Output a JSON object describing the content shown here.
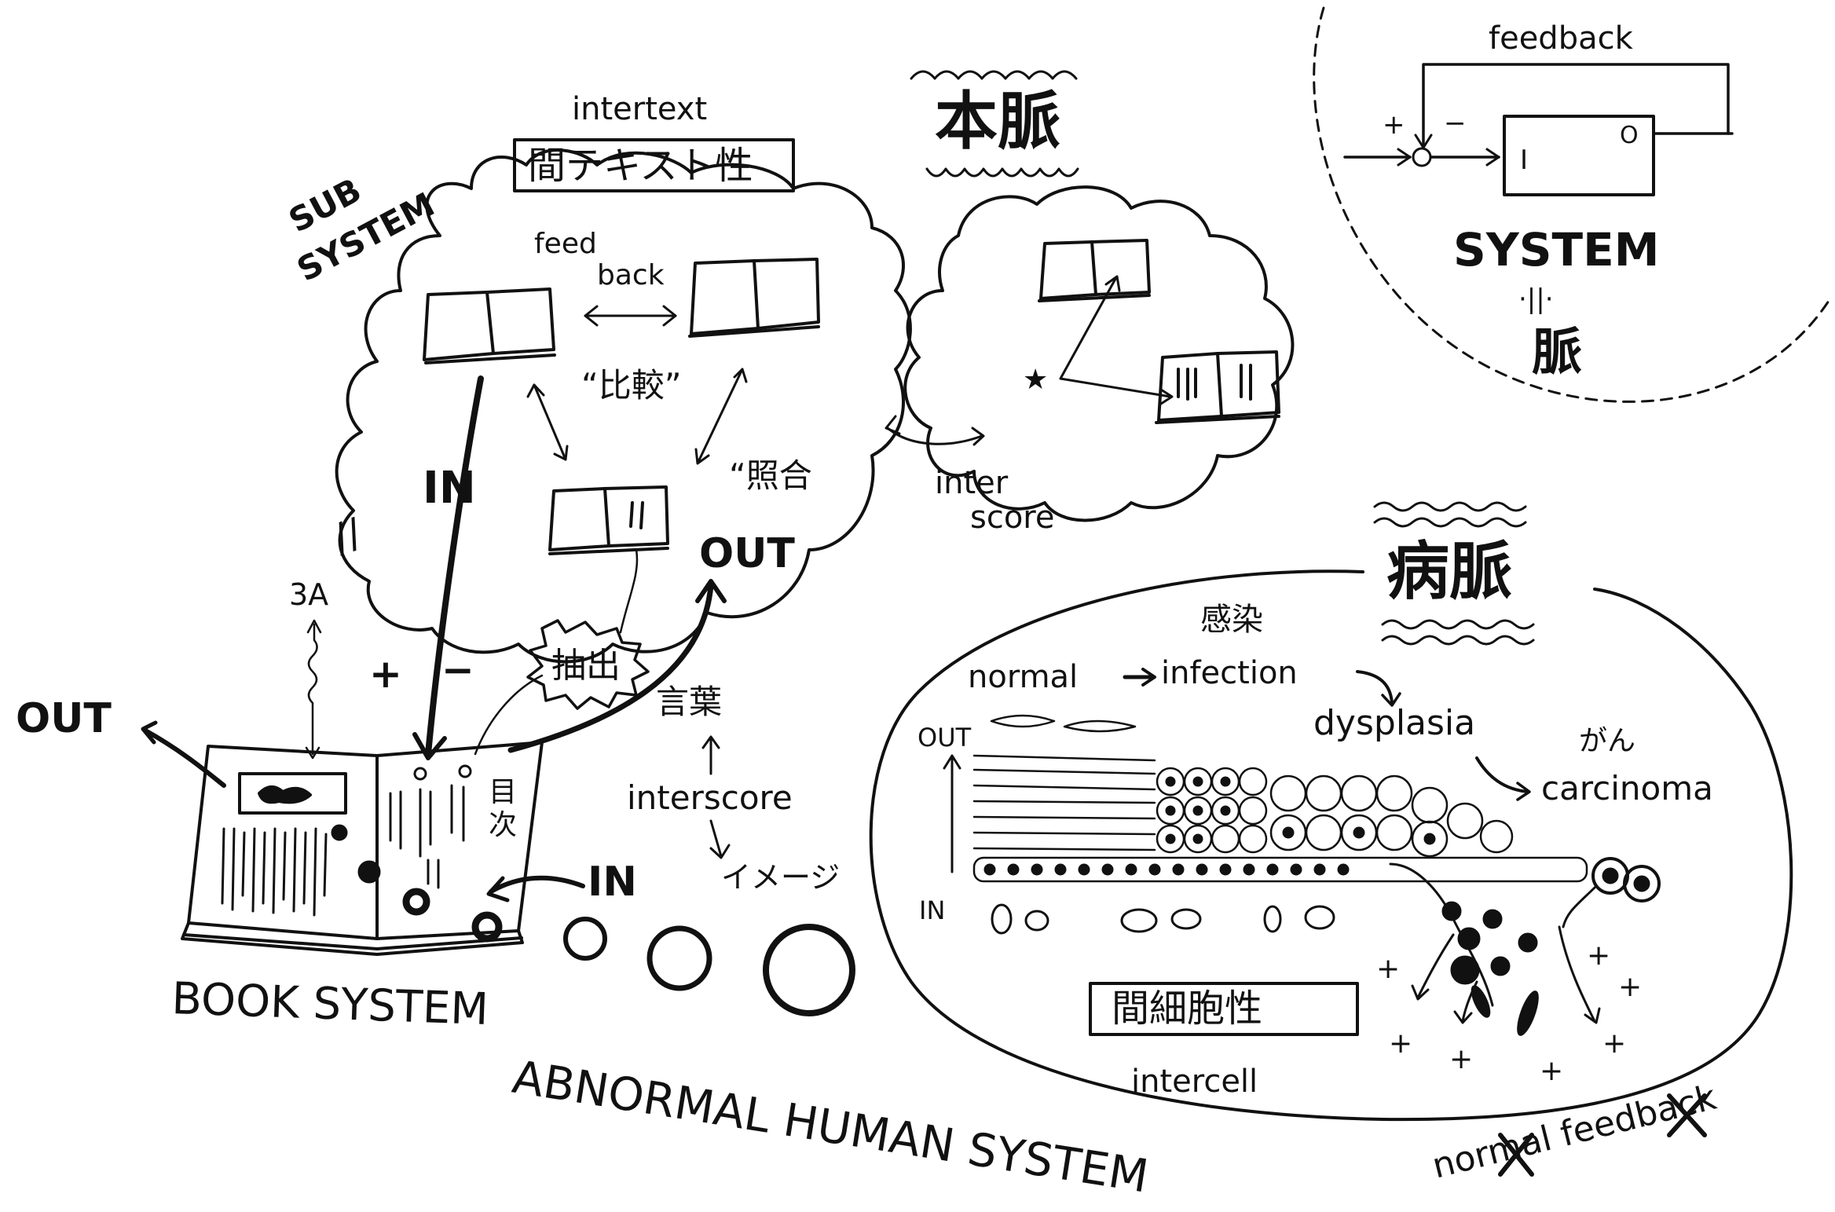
{
  "labels": {
    "intertext_en": "intertext",
    "intertext_jp": "間テキスト性",
    "honmyaku": "本脈",
    "subsystem_line1": "SUB",
    "subsystem_line2": "SYSTEM",
    "feed": "feed",
    "back": "back",
    "hikaku": "“比較”",
    "shougou": "“照合",
    "in_main": "IN",
    "out_main": "OUT",
    "three_a": "3A",
    "parallel_mark": "//",
    "chuushutsu": "抽出",
    "plus": "+",
    "minus": "−",
    "out_left": "OUT",
    "mokuji": "目次",
    "kotoba": "言葉",
    "interscore_mid": "interscore",
    "image_kana": "イメージ",
    "in_book": "IN",
    "book_system": "BOOK SYSTEM",
    "inter": "inter",
    "score": "score",
    "byomyaku": "病脈",
    "kansen": "感染",
    "normal": "normal",
    "infection": "infection",
    "dysplasia": "dysplasia",
    "gan": "がん",
    "carcinoma": "carcinoma",
    "out_cell": "OUT",
    "in_cell": "IN",
    "intercell_jp": "間細胞性",
    "intercell_en": "intercell",
    "abnormal_human_system": "ABNORMAL HUMAN SYSTEM",
    "normal_feedback": "normal feedback",
    "feedback_top": "feedback",
    "system": "SYSTEM",
    "equals_mark": "·||·",
    "myaku": "脈",
    "sys_I": "I",
    "sys_O": "O",
    "sys_plus": "+",
    "sys_minus": "−"
  }
}
